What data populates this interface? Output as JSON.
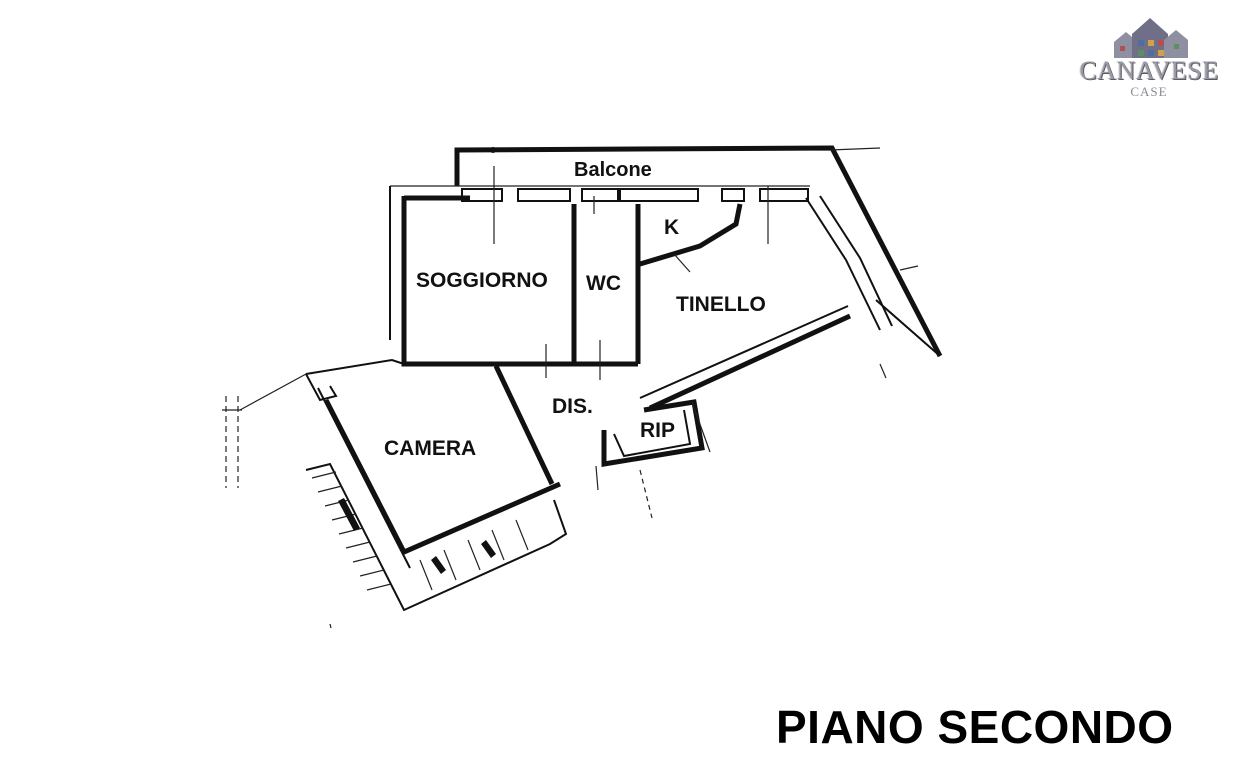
{
  "plan": {
    "title": "PIANO SECONDO",
    "rooms": [
      {
        "id": "balcone",
        "label": "Balcone"
      },
      {
        "id": "soggiorno",
        "label": "SOGGIORNO"
      },
      {
        "id": "wc",
        "label": "WC"
      },
      {
        "id": "k",
        "label": "K"
      },
      {
        "id": "tinello",
        "label": "TINELLO"
      },
      {
        "id": "dis",
        "label": "DIS."
      },
      {
        "id": "camera",
        "label": "CAMERA"
      },
      {
        "id": "rip",
        "label": "RIP"
      }
    ]
  },
  "logo": {
    "text": "CANAVESE",
    "subtext": "CASE",
    "icon": "houses-icon"
  }
}
